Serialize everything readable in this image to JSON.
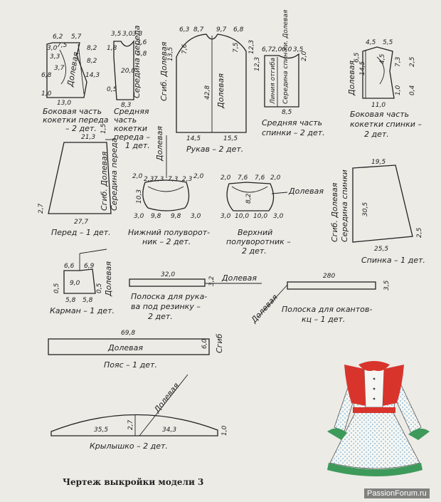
{
  "caption": "Чертеж выкройки модели 3",
  "watermark": "PassionForum.ru",
  "colors": {
    "paper": "#ecebe6",
    "ink": "#222222",
    "dress_red": "#d8342c",
    "dress_green": "#3d9a5a",
    "dress_dots": "#7fb2d6"
  },
  "pieces": {
    "yoke_front_side": {
      "label": [
        "Боковая часть",
        "кокетки переда",
        "– 2 дет."
      ],
      "grain": "Долевая",
      "dims": [
        "6,2",
        "5,7",
        "3,0",
        "7,5",
        "8,2",
        "3,3",
        "8,2",
        "6,8",
        "3,7",
        "14,3",
        "1,0",
        "13,0"
      ]
    },
    "yoke_front_mid": {
      "label": [
        "Средняя",
        "часть",
        "кокетки",
        "переда –",
        "1 дет."
      ],
      "grain": "Середина переда",
      "dims": [
        "3,5",
        "3,0",
        "3,3",
        "1,8",
        "3,6",
        "5,8",
        "20,0",
        "0,5",
        "8,3"
      ]
    },
    "sleeve": {
      "label": [
        "Рукав – 2 дет."
      ],
      "grain": "Долевая",
      "fold": "Сгиб. Долевая",
      "dims": [
        "6,3",
        "8,7",
        "9,7",
        "6,8",
        "13,5",
        "7,6",
        "7,5",
        "12,3",
        "42,8",
        "14,5",
        "15,5"
      ]
    },
    "yoke_back_mid": {
      "label": [
        "Средняя часть",
        "спинки – 2 дет."
      ],
      "fold": "Линия отгиба",
      "grain": "Середина спин-ки. Долевая",
      "dims": [
        "6,7",
        "2,0",
        "6,0",
        "3,5",
        "12,3",
        "2,0",
        "8,5"
      ]
    },
    "yoke_back_side": {
      "label": [
        "Боковая часть",
        "кокетки спинки –",
        "2 дет."
      ],
      "grain": "Долевая",
      "dims": [
        "4,5",
        "5,5",
        "6,5",
        "14,5",
        "4,5",
        "7,3",
        "2,5",
        "1,0",
        "0,4",
        "11,0"
      ]
    },
    "front": {
      "label": [
        "Перед – 1 дет."
      ],
      "grain": "Сгиб. Долевая",
      "centre": "Середина переда",
      "dims": [
        "21,3",
        "1,5",
        "2,7",
        "27,7"
      ]
    },
    "collar_under": {
      "label": [
        "Нижний полуворот-",
        "ник – 2 дет."
      ],
      "grain": "Долевая",
      "dims": [
        "2,0",
        "2,3",
        "7,3",
        "7,3",
        "2,3",
        "2,0",
        "10,3",
        "3,0",
        "9,8",
        "9,8",
        "3,0"
      ]
    },
    "collar_upper": {
      "label": [
        "Верхний",
        "полуворотник –",
        "2 дет."
      ],
      "grain": "Долевая",
      "dims": [
        "2,0",
        "7,6",
        "7,6",
        "2,0",
        "8,2",
        "10,0",
        "10,0",
        "3,0",
        "3,0"
      ]
    },
    "back": {
      "label": [
        "Спинка – 1 дет."
      ],
      "grain": "Сгиб. Долевая",
      "centre": "Середина спинки",
      "dims": [
        "19,5",
        "30,5",
        "2,5",
        "25,5"
      ]
    },
    "pocket": {
      "label": [
        "Карман – 1 дет."
      ],
      "grain": "Долевая",
      "dims": [
        "6,6",
        "6,9",
        "9,0",
        "0,5",
        "0,5",
        "5,8",
        "5,8"
      ]
    },
    "sleeve_strip": {
      "label": [
        "Полоска для рука-",
        "ва под резинку –",
        "2 дет."
      ],
      "grain": "Долевая",
      "dims": [
        "32,0",
        "3,2"
      ]
    },
    "binding_strip": {
      "label": [
        "Полоска для окантов-",
        "кц – 1 дет."
      ],
      "grain": "Долевая",
      "dims": [
        "280",
        "3,5"
      ]
    },
    "belt": {
      "label": [
        "Пояс – 1 дет."
      ],
      "grain": "Долевая",
      "fold": "Сгиб",
      "dims": [
        "69,8",
        "6,0"
      ]
    },
    "frill": {
      "label": [
        "Крылышко – 2 дет."
      ],
      "grain": "Долевая",
      "dims": [
        "35,5",
        "2,7",
        "34,3",
        "1,0"
      ]
    }
  }
}
